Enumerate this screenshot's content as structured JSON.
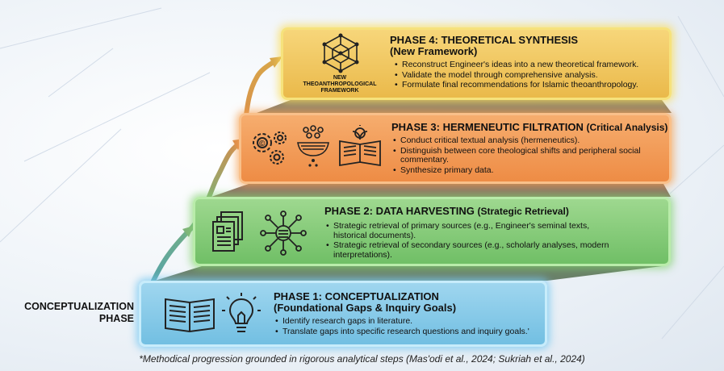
{
  "phase4": {
    "title": "PHASE 4: THEORETICAL SYNTHESIS",
    "subtitle": "(New Framework)",
    "icon_label_1": "NEW",
    "icon_label_2": "THEOANTHROPOLOGICAL",
    "icon_label_3": "FRAMEWORK",
    "bullets": [
      "Reconstruct Engineer's ideas into a new theoretical framework.",
      "Validate the model through comprehensive analysis.",
      "Formulate final recommendations for Islamic theoanthropology."
    ],
    "color": "#eab94a"
  },
  "phase3": {
    "title": "PHASE 3: HERMENEUTIC FILTRATION",
    "subtitle": "(Critical Analysis)",
    "bullets": [
      "Conduct critical textual analysis (hermeneutics).",
      "Distinguish between core theological shifts and peripheral social",
      "commentary.",
      "Synthesize primary data."
    ],
    "color": "#ee8c45"
  },
  "phase2": {
    "title": "PHASE 2: DATA HARVESTING",
    "subtitle": "(Strategic Retrieval)",
    "bullets": [
      "Strategic retrieval of primary sources (e.g., Engineer's seminal texts,",
      "historical documents).",
      "Strategic retrieval of secondary sources (e.g., scholarly analyses, modern",
      "interpretations)."
    ],
    "color": "#70bf66"
  },
  "phase1": {
    "title": "PHASE 1: CONCEPTUALIZATION",
    "subtitle": "(Foundational Gaps & Inquiry Goals)",
    "bullets": [
      "Identify research gaps in literature.",
      "Translate gaps into specific research questions and inquiry goals.'"
    ],
    "color": "#72bfe2"
  },
  "side_label": {
    "line1": "CONCEPTUALIZATION",
    "line2": "PHASE"
  },
  "footnote": "*Methodical progression grounded in rigorous analytical steps (Mas'odi et al., 2024; Sukriah et al., 2024)"
}
